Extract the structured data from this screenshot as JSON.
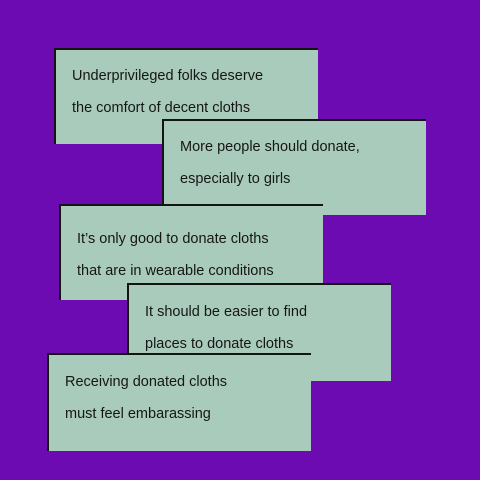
{
  "colors": {
    "background": "#6c0bb1",
    "card": "#a8cbbc",
    "card_border": "#141414",
    "text": "#161616"
  },
  "cards": [
    {
      "line1": "Underprivileged folks deserve",
      "line2": "the comfort of decent cloths"
    },
    {
      "line1": "More people should donate,",
      "line2": "especially to girls"
    },
    {
      "line1": "It’s only good to donate cloths",
      "line2": "that are in wearable conditions"
    },
    {
      "line1": "It should be easier to find",
      "line2": "places to donate cloths"
    },
    {
      "line1": "Receiving donated cloths",
      "line2": "must feel embarassing"
    }
  ]
}
